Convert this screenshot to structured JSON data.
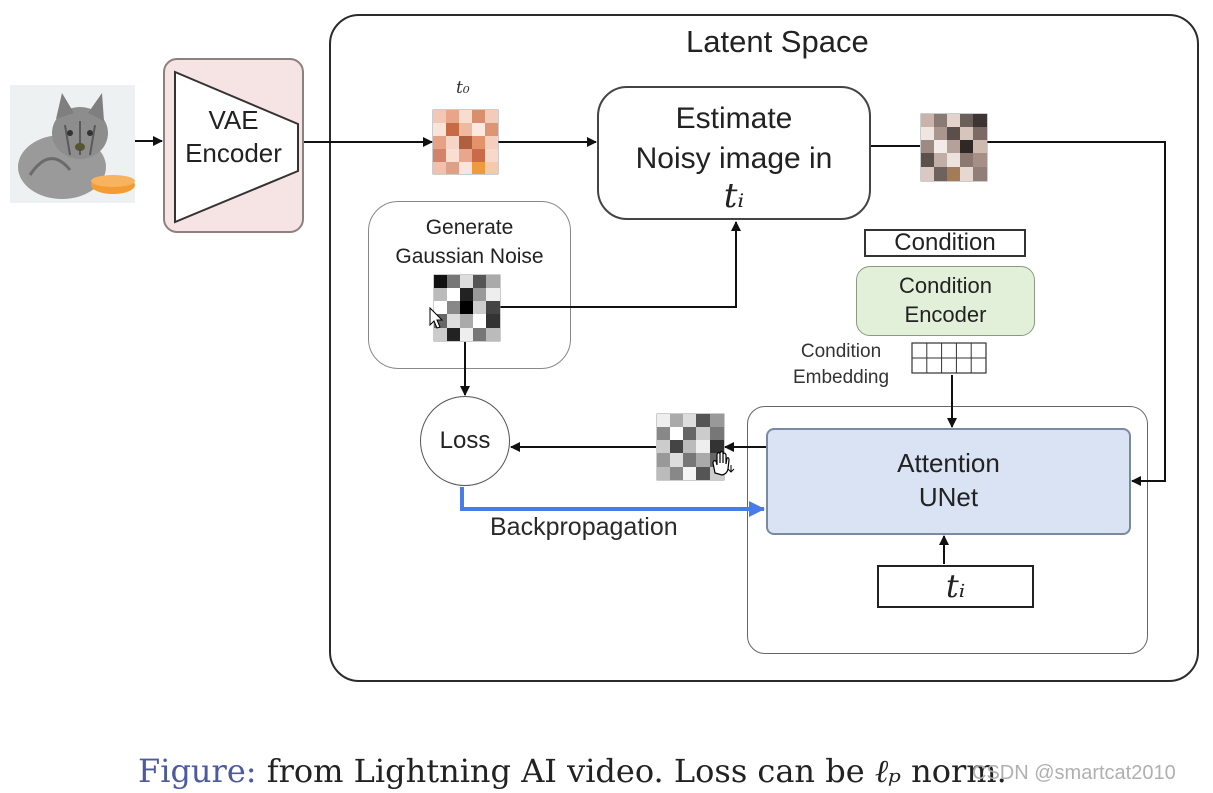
{
  "diagram": {
    "latent_space_title": "Latent Space",
    "vae_encoder": {
      "line1": "VAE",
      "line2": "Encoder"
    },
    "t0_label": "t₀",
    "estimate": {
      "line1": "Estimate",
      "line2": "Noisy image in",
      "math": "tᵢ"
    },
    "noise": {
      "line1": "Generate",
      "line2": "Gaussian Noise"
    },
    "condition": "Condition",
    "condition_encoder": {
      "line1": "Condition",
      "line2": "Encoder"
    },
    "condition_embedding": {
      "line1": "Condition",
      "line2": "Embedding"
    },
    "attention_unet": {
      "line1": "Attention",
      "line2": "UNet"
    },
    "ti_label": "tᵢ",
    "loss": "Loss",
    "backpropagation": "Backpropagation"
  },
  "caption": {
    "figure_label": "Figure:",
    "text": " from Lightning AI video. Loss can be ",
    "math": "ℓₚ",
    "tail": " norm."
  },
  "watermark": "CSDN @smartcat2010",
  "colors": {
    "vae_fill": "#f6e3e3",
    "condition_encoder_fill": "#e2f0d9",
    "unet_fill": "#dae3f3",
    "backprop_arrow": "#4a7bea",
    "caption_figure": "#4c5a9e"
  },
  "icons": [
    "cat-photo",
    "latent-grid-icon",
    "noise-grid-icon",
    "embedding-grid-icon",
    "hand-cursor-icon",
    "mouse-pointer-icon"
  ]
}
